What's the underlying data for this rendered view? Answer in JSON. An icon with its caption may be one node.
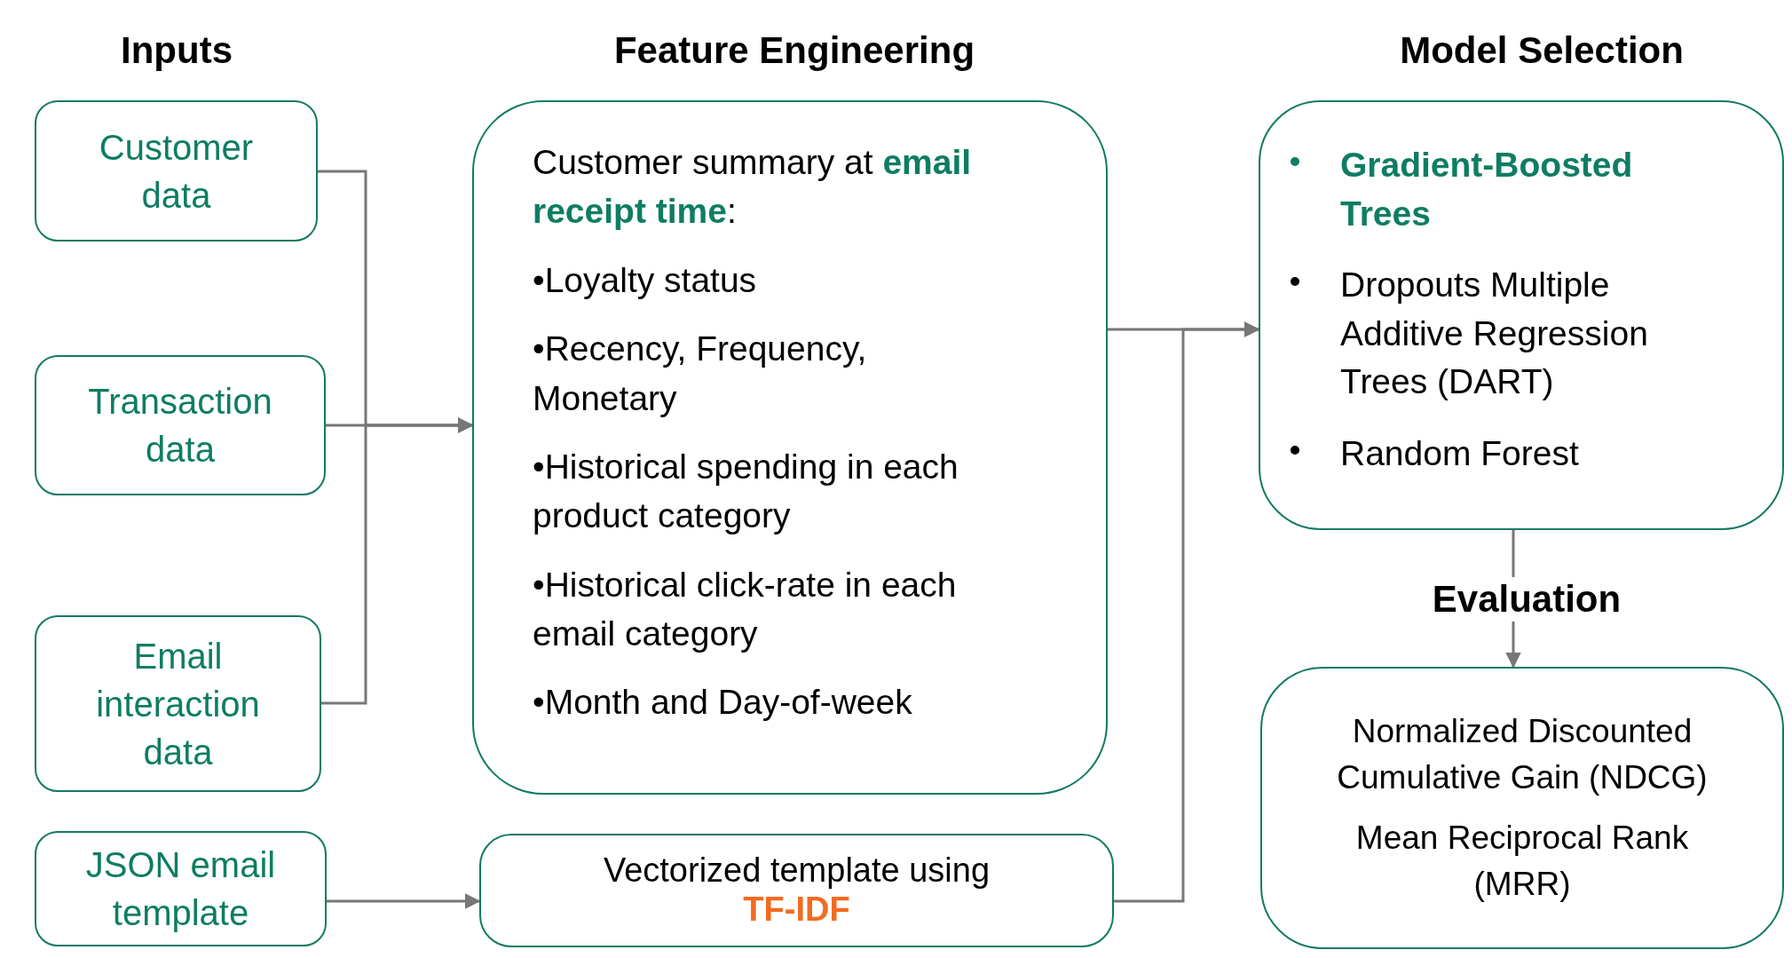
{
  "diagram": {
    "nodes": [
      {
        "text": [
          "Customer data"
        ]
      },
      {
        "text": [
          "Transaction data"
        ]
      },
      {
        "text": [
          "Email interaction data"
        ]
      },
      {
        "text": [
          "JSON email template"
        ]
      },
      {
        "text": [
          "Customer summary at **email receipt time**:",
          "•Loyalty status",
          "•Recency, Frequency, Monetary",
          "•Historical spending in each product category",
          "•Historical click-rate in each email category",
          "•Month and Day-of-week"
        ]
      },
      {
        "text": [
          "Vectorized template using",
          "TF-IDF"
        ]
      },
      {
        "text": [
          "Gradient-Boosted Trees",
          "Dropouts Multiple Additive Regression Trees (DART)",
          "Random Forest"
        ]
      },
      {
        "text": [
          "Normalized Discounted Cumulative Gain (NDCG)",
          "Mean Reciprocal Rank (MRR)"
        ]
      }
    ],
    "edges": [
      {
        "from": 0,
        "to": 4,
        "arrow": "to"
      },
      {
        "from": 1,
        "to": 4,
        "arrow": "to"
      },
      {
        "from": 2,
        "to": 4,
        "arrow": "to"
      },
      {
        "from": 3,
        "to": 5,
        "arrow": "to"
      },
      {
        "from": 4,
        "to": 6,
        "arrow": "to"
      },
      {
        "from": 5,
        "to": 6,
        "arrow": "to"
      },
      {
        "from": 6,
        "to": 7,
        "arrow": "to"
      }
    ],
    "labels": [
      "Inputs",
      "Feature Engineering",
      "Model Selection",
      "Evaluation"
    ]
  }
}
